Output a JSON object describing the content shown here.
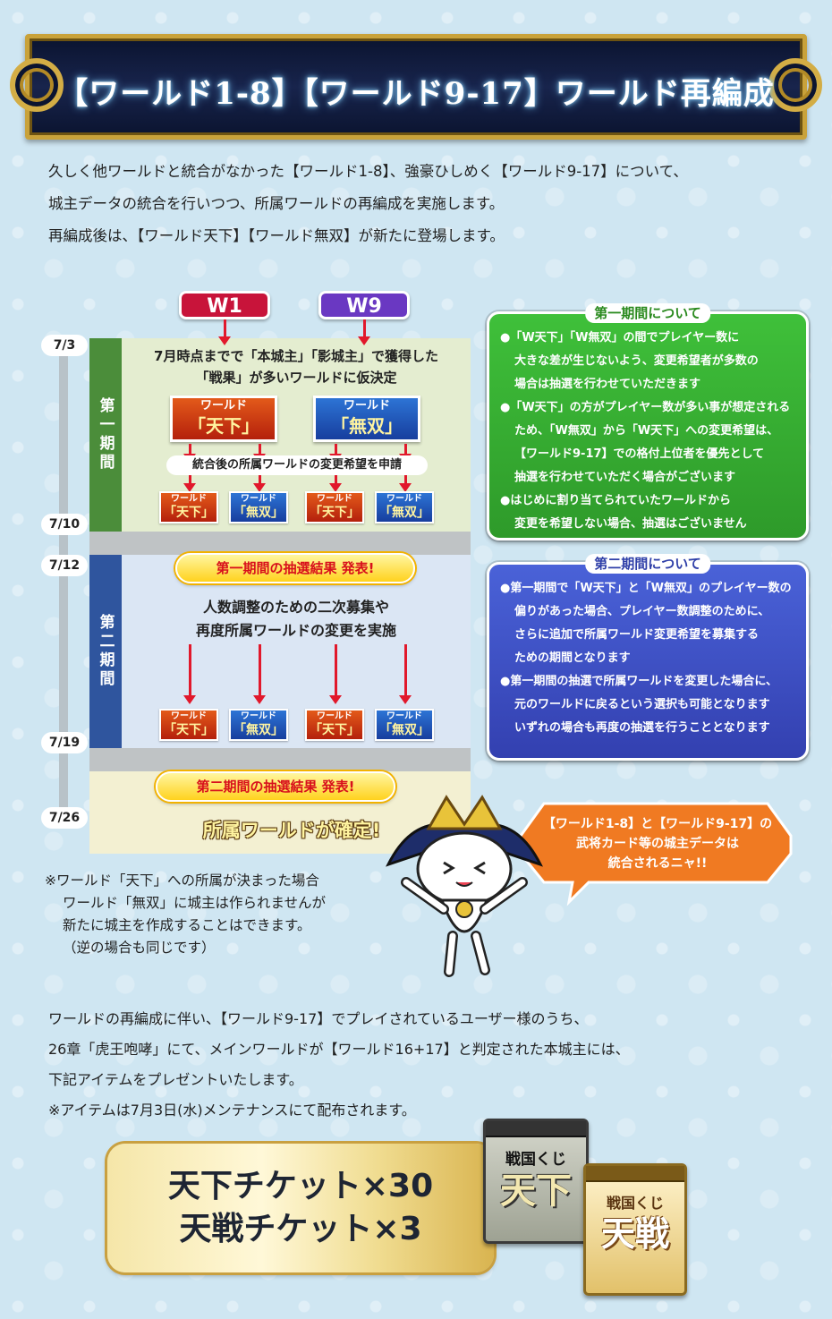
{
  "title": "【ワールド1-8】【ワールド9-17】ワールド再編成",
  "intro": [
    "久しく他ワールドと統合がなかった【ワールド1-8】、強豪ひしめく【ワールド9-17】について、",
    "城主データの統合を行いつつ、所属ワールドの再編成を実施します。",
    "再編成後は、【ワールド天下】【ワールド無双】が新たに登場します。"
  ],
  "badges": {
    "w1": "W1",
    "w9": "W9"
  },
  "dates": [
    "7/3",
    "7/10",
    "7/12",
    "7/19",
    "7/26"
  ],
  "phase1": {
    "label": "第一期間",
    "desc1": "7月時点までで「本城主」「影城主」で獲得した",
    "desc2": "「戦果」が多いワールドに仮決定",
    "request": "統合後の所属ワールドの変更希望を申請"
  },
  "world_label": "ワールド",
  "tenka": "「天下」",
  "musou": "「無双」",
  "phase2": {
    "label": "第二期間",
    "result": "第一期間の抽選結果 発表!",
    "desc1": "人数調整のための二次募集や",
    "desc2": "再度所属ワールドの変更を実施"
  },
  "phase3": {
    "result": "第二期間の抽選結果 発表!",
    "fixed": "所属ワールドが確定!"
  },
  "info1": {
    "title": "第一期間について",
    "lines": [
      "●「W天下」「W無双」の間でプレイヤー数に",
      "大きな差が生じないよう、変更希望者が多数の",
      "場合は抽選を行わせていただきます",
      "●「W天下」の方がプレイヤー数が多い事が想定される",
      "ため、「W無双」から「W天下」への変更希望は、",
      "【ワールド9-17】での格付上位者を優先として",
      "抽選を行わせていただく場合がございます",
      "●はじめに割り当てられていたワールドから",
      "変更を希望しない場合、抽選はございません"
    ]
  },
  "info2": {
    "title": "第二期間について",
    "lines": [
      "●第一期間で「W天下」と「W無双」のプレイヤー数の",
      "偏りがあった場合、プレイヤー数調整のために、",
      "さらに追加で所属ワールド変更希望を募集する",
      "ための期間となります",
      "●第一期間の抽選で所属ワールドを変更した場合に、",
      "元のワールドに戻るという選択も可能となります",
      "いずれの場合も再度の抽選を行うこととなります"
    ]
  },
  "speech": [
    "【ワールド1-8】と【ワールド9-17】の",
    "武将カード等の城主データは",
    "統合されるニャ!!"
  ],
  "note": [
    "※ワールド「天下」への所属が決まった場合",
    "ワールド「無双」に城主は作られませんが",
    "新たに城主を作成することはできます。",
    "（逆の場合も同じです）"
  ],
  "present": [
    "ワールドの再編成に伴い、【ワールド9-17】でプレイされているユーザー様のうち、",
    "26章「虎王咆哮」にて、メインワールドが【ワールド16+17】と判定された本城主には、",
    "下記アイテムをプレゼントいたします。",
    "※アイテムは7月3日(水)メンテナンスにて配布されます。"
  ],
  "gift": [
    "天下チケット×30",
    "天戦チケット×3"
  ],
  "kuji1": {
    "top": "戦国くじ",
    "main": "天下"
  },
  "kuji2": {
    "top": "戦国くじ",
    "main": "天戦"
  },
  "colors": {
    "phase1": "#4b8d3a",
    "phase2": "#2f559e",
    "w1_badge": "#c8143a",
    "w9_badge": "#6a38c2",
    "info1": "#3bb33a",
    "info2": "#3b53c6"
  }
}
